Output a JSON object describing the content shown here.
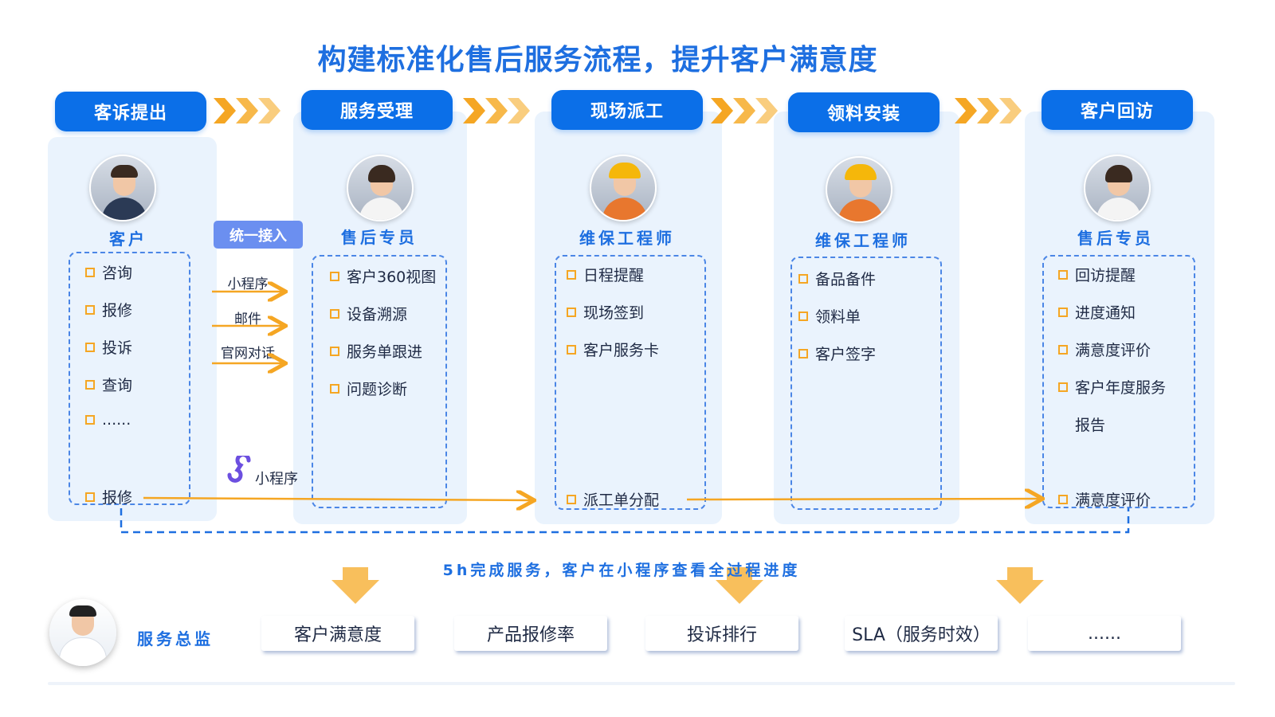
{
  "title": "构建标准化售后服务流程，提升客户满意度",
  "steps": [
    {
      "label": "客诉提出",
      "role": "客户",
      "items": [
        "咨询",
        "报修",
        "投诉",
        "查询",
        "......"
      ],
      "bottom_item": "报修"
    },
    {
      "label": "服务受理",
      "role": "售后专员",
      "items": [
        "客户360视图",
        "设备溯源",
        "服务单跟进",
        "问题诊断"
      ]
    },
    {
      "label": "现场派工",
      "role": "维保工程师",
      "items": [
        "日程提醒",
        "现场签到",
        "客户服务卡"
      ],
      "bottom_item": "派工单分配"
    },
    {
      "label": "领料安装",
      "role": "维保工程师",
      "items": [
        "备品备件",
        "领料单",
        "客户签字"
      ]
    },
    {
      "label": "客户回访",
      "role": "售后专员",
      "items": [
        "回访提醒",
        "进度通知",
        "满意度评价",
        "客户年度服务",
        "报告"
      ],
      "bottom_item": "满意度评价"
    }
  ],
  "unified_access": {
    "label": "统一接入",
    "channels": [
      "小程序",
      "邮件",
      "官网对话"
    ]
  },
  "mini_program": {
    "label": "小程序",
    "icon": "mini-program-icon"
  },
  "caption": "5h完成服务，客户在小程序查看全过程进度",
  "supervisor": {
    "label": "服务总监"
  },
  "metrics": [
    "客户满意度",
    "产品报修率",
    "投诉排行",
    "SLA（服务时效）",
    "......"
  ],
  "colors": {
    "primary": "#0b6fe8",
    "title": "#1e6fe0",
    "panel": "#eaf3fd",
    "accent": "#f5a623",
    "tag": "#6b8ff0"
  }
}
